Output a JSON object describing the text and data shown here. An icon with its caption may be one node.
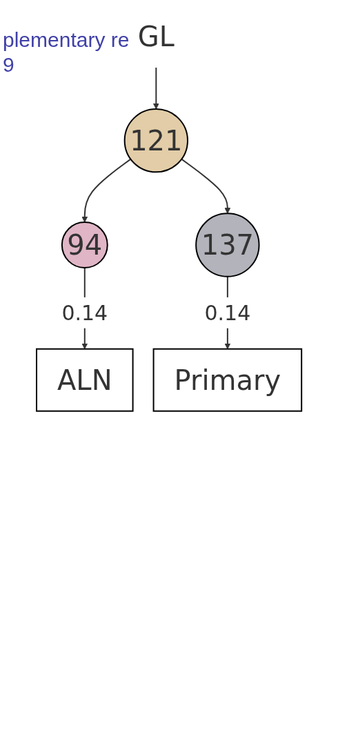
{
  "diagram": {
    "nodes": [
      {
        "text": [
          "GL"
        ]
      },
      {
        "text": [
          "121"
        ]
      },
      {
        "text": [
          "94"
        ]
      },
      {
        "text": [
          "137"
        ]
      },
      {
        "text": [
          "ALN"
        ]
      },
      {
        "text": [
          "Primary"
        ]
      }
    ],
    "edges": [
      {
        "from": 0,
        "to": 1,
        "arrow": "to"
      },
      {
        "from": 1,
        "to": 2,
        "arrow": "to"
      },
      {
        "from": 1,
        "to": 3,
        "arrow": "to"
      },
      {
        "from": 2,
        "to": 4,
        "label": "0.14",
        "arrow": "to"
      },
      {
        "from": 3,
        "to": 5,
        "label": "0.14",
        "arrow": "to"
      }
    ],
    "labels": [
      "plementary re 9"
    ]
  }
}
